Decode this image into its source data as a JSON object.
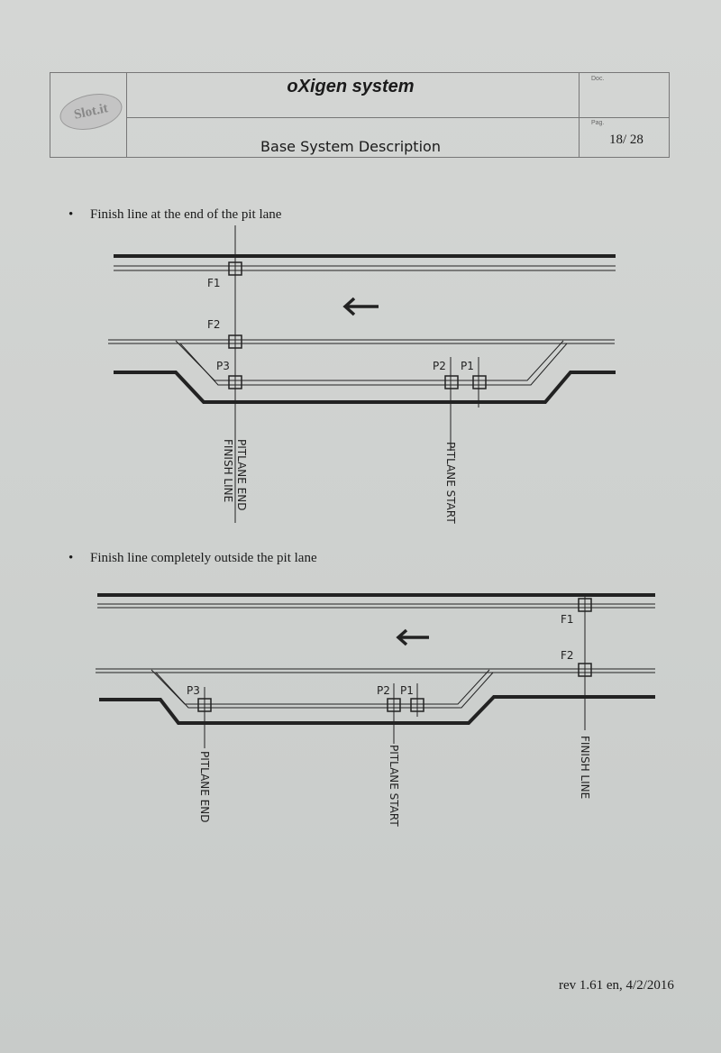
{
  "header": {
    "logo_text": "Slot.it",
    "title": "oXigen system",
    "subtitle": "Base System Description",
    "doc_label": "Doc.",
    "page_label": "Pag.",
    "page_number": "18/ 28"
  },
  "sections": [
    {
      "heading": "Finish line at the end of the pit lane",
      "sensors": [
        "F1",
        "F2",
        "P3",
        "P2",
        "P1"
      ],
      "labels": {
        "pitlane_end": "PITLANE END",
        "finish_line": "FINISH LINE",
        "pitlane_start": "PITLANE START"
      }
    },
    {
      "heading": "Finish line completely outside the pit lane",
      "sensors": [
        "F1",
        "F2",
        "P3",
        "P2",
        "P1"
      ],
      "labels": {
        "pitlane_end": "PITLANE END",
        "pitlane_start": "PITLANE START",
        "finish_line": "FINISH LINE"
      }
    }
  ],
  "footer": {
    "revision": "rev 1.61 en, 4/2/2016"
  }
}
